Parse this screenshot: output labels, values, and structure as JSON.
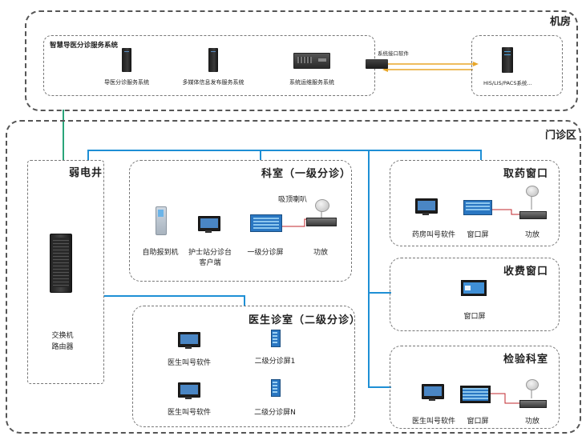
{
  "regions": {
    "machine_room": "机房",
    "outpatient": "门诊区"
  },
  "system_group": {
    "title": "智慧导医分诊服务系统",
    "servers": [
      {
        "label": "导医分诊服务系统"
      },
      {
        "label": "多媒体信息发布服务系统"
      },
      {
        "label": "系统运维服务系统"
      }
    ],
    "interface_label": "系统接口软件",
    "his_label": "HIS/LIS/PACS系统..."
  },
  "weak_well": {
    "title": "弱电井",
    "device_label_line1": "交换机",
    "device_label_line2": "路由器"
  },
  "dept_room": {
    "title": "科室（一级分诊）",
    "speaker_label": "吸顶喇叭",
    "kiosk_label": "自助报到机",
    "nurse_label_line1": "护士站分诊台",
    "nurse_label_line2": "客户端",
    "screen_label": "一级分诊屏",
    "amp_label": "功放"
  },
  "doctor_room": {
    "title": "医生诊室（二级分诊）",
    "call_label_1": "医生叫号软件",
    "call_label_2": "医生叫号软件",
    "screen_label_1": "二级分诊屏1",
    "screen_label_2": "二级分诊屏N"
  },
  "pharmacy": {
    "title": "取药窗口",
    "call_label": "药房叫号软件",
    "screen_label": "窗口屏",
    "amp_label": "功放"
  },
  "cashier": {
    "title": "收费窗口",
    "screen_label": "窗口屏"
  },
  "lab": {
    "title": "检验科室",
    "call_label": "医生叫号软件",
    "screen_label": "窗口屏",
    "amp_label": "功放"
  },
  "colors": {
    "network_line": "#1e8fd5",
    "uplink_line": "#2aa57a",
    "signal_line": "#e8a628",
    "amp_cable": "#c1272d"
  }
}
